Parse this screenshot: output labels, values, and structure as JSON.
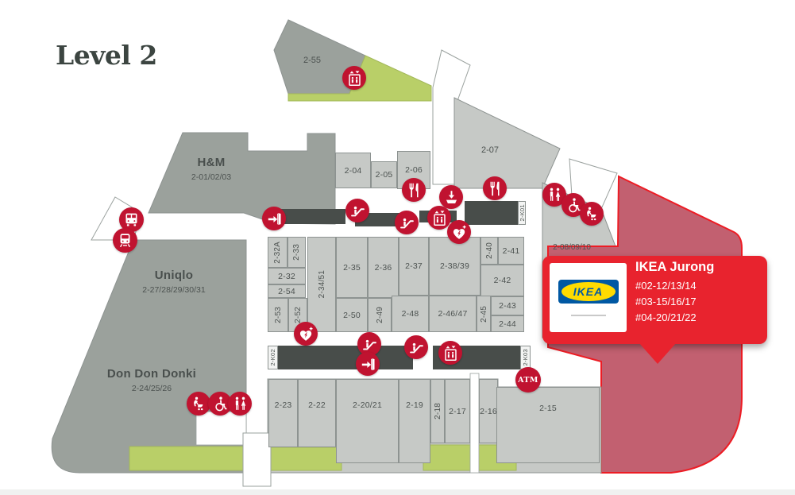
{
  "title": "Level 2",
  "anchors": {
    "hm": {
      "name": "H&M",
      "unit": "2-01/02/03"
    },
    "uniqlo": {
      "name": "Uniqlo",
      "unit": "2-27/28/29/30/31"
    },
    "donki": {
      "name": "Don Don Donki",
      "unit": "2-24/25/26"
    }
  },
  "units": {
    "u55": "2-55",
    "u04": "2-04",
    "u05": "2-05",
    "u06": "2-06",
    "u07": "2-07",
    "u0810": "2-08/09/10",
    "u32a": "2-32A",
    "u33": "2-33",
    "u32": "2-32",
    "u54": "2-54",
    "u53": "2-53",
    "u52": "2-52",
    "u3451": "2-34/51",
    "u35": "2-35",
    "u36": "2-36",
    "u37": "2-37",
    "u3839": "2-38/39",
    "u40": "2-40",
    "u41": "2-41",
    "u42": "2-42",
    "u50": "2-50",
    "u49": "2-49",
    "u48": "2-48",
    "u4647": "2-46/47",
    "u45": "2-45",
    "u43": "2-43",
    "u44": "2-44",
    "u23": "2-23",
    "u22": "2-22",
    "u2021": "2-20/21",
    "u19": "2-19",
    "u18": "2-18",
    "u17": "2-17",
    "u16": "2-16",
    "u15": "2-15"
  },
  "kiosks": {
    "k01": "2-K01",
    "k02": "2-K02",
    "k03": "2-K03"
  },
  "callout": {
    "title": "IKEA Jurong",
    "lines": [
      "#02-12/13/14",
      "#03-15/16/17",
      "#04-20/21/22"
    ],
    "logo_text": "IKEA"
  },
  "badges": {
    "atm": "ATM"
  },
  "icon_names": [
    "lift-icon",
    "restaurant-icon",
    "dropoff-icon",
    "restroom-icon",
    "wheelchair-icon",
    "nursing-icon",
    "bus-icon",
    "train-icon",
    "entrance-icon",
    "escalator-icon",
    "aed-icon",
    "atm-icon"
  ],
  "colors": {
    "marker_red": "#c01330",
    "callout_red": "#e8232e",
    "ikea_zone": "#c26070",
    "ikea_zone_border": "#ed1c24",
    "anchor_gray": "#9ba19c",
    "unit_gray": "#c6c9c6",
    "kiosk_dark": "#484d4a",
    "greenery": "#b9cf68",
    "ikea_blue": "#0058a3",
    "ikea_yellow": "#ffdb00",
    "title_color": "#3c4541"
  }
}
